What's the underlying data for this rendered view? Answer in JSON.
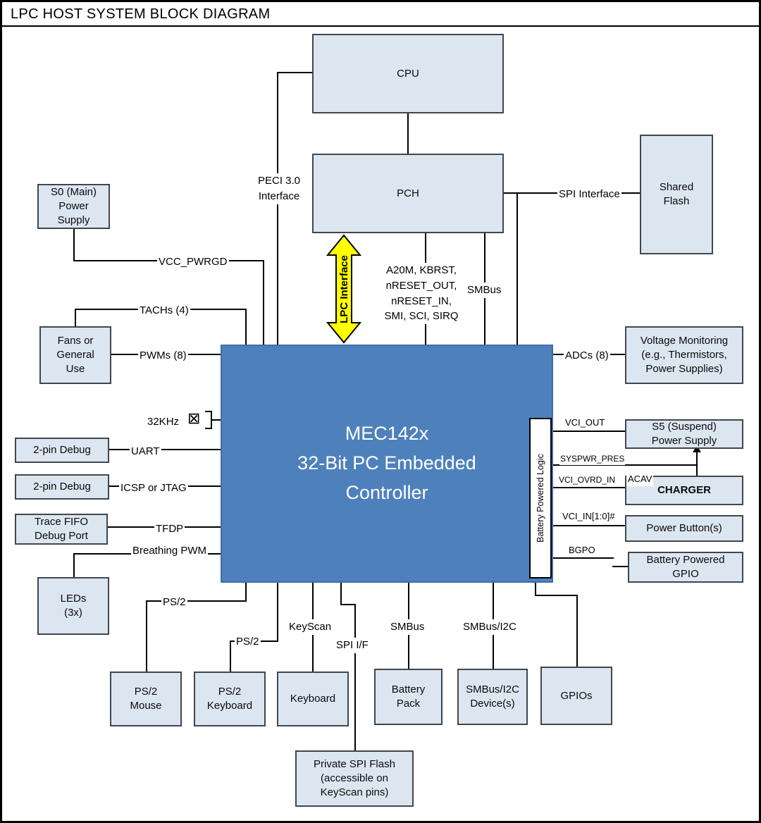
{
  "title": "LPC HOST SYSTEM BLOCK DIAGRAM",
  "colors": {
    "block_fill": "#dce6f1",
    "block_border": "#41464c",
    "mec_fill": "#4e81bc",
    "arrow_fill": "#ffff00",
    "line": "#000000"
  },
  "icons": {
    "crystal": "⊠"
  },
  "blocks": {
    "cpu": "CPU",
    "pch": "PCH",
    "shared_flash": "Shared\nFlash",
    "s0_power": "S0 (Main)\nPower\nSupply",
    "fans": "Fans or\nGeneral\nUse",
    "debug_uart": "2-pin Debug",
    "debug_icsp": "2-pin Debug",
    "trace_fifo": "Trace FIFO\nDebug Port",
    "leds": "LEDs\n(3x)",
    "mec": "MEC142x\n32-Bit PC Embedded\nController",
    "battery_logic": "Battery Powered Logic",
    "voltage_monitoring": "Voltage Monitoring\n(e.g., Thermistors,\nPower Supplies)",
    "s5_power": "S5 (Suspend)\nPower Supply",
    "charger": "CHARGER",
    "power_buttons": "Power Button(s)",
    "battery_gpio": "Battery Powered\nGPIO",
    "ps2_mouse": "PS/2\nMouse",
    "ps2_keyboard": "PS/2\nKeyboard",
    "keyboard": "Keyboard",
    "battery_pack": "Battery\nPack",
    "smbus_devices": "SMBus/I2C\nDevice(s)",
    "gpios": "GPIOs",
    "private_spi_flash": "Private SPI Flash\n(accessible on\nKeyScan pins)"
  },
  "signals": {
    "peci": "PECI 3.0\nInterface",
    "lpc": "LPC Interface",
    "spi_interface": "SPI Interface",
    "vcc_pwrgd": "VCC_PWRGD",
    "tachs": "TACHs (4)",
    "pwms": "PWMs (8)",
    "host_signals": "A20M, KBRST,\nnRESET_OUT,\nnRESET_IN,\nSMI, SCI, SIRQ",
    "smbus_pch": "SMBus",
    "adcs": "ADCs (8)",
    "khz32": "32KHz",
    "uart": "UART",
    "icsp_jtag": "ICSP or JTAG",
    "tfdp": "TFDP",
    "breathing_pwm": "Breathing PWM",
    "ps2_mouse": "PS/2",
    "ps2_keyboard": "PS/2",
    "keyscan": "KeyScan",
    "spi_if": "SPI I/F",
    "smbus_battery": "SMBus",
    "smbus_i2c": "SMBus/I2C",
    "vci_out": "VCI_OUT",
    "syspwr_pres": "SYSPWR_PRES",
    "vci_ovrd_in": "VCI_OVRD_IN",
    "vci_in": "VCI_IN[1:0]#",
    "bgpo": "BGPO",
    "acav": "ACAV"
  }
}
